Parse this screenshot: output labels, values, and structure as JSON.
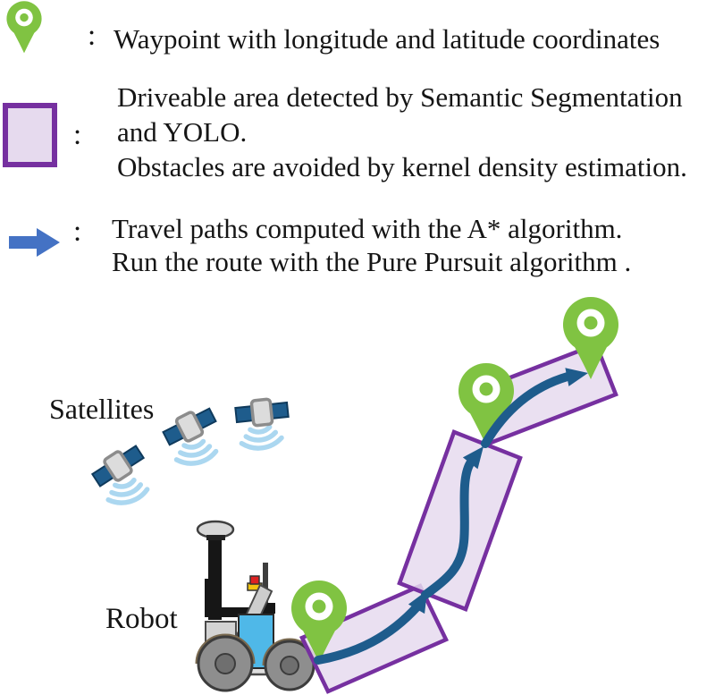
{
  "figure": {
    "legend": [
      {
        "symbol": "waypoint-pin",
        "colon": ":",
        "lines": [
          "Waypoint with longitude and latitude coordinates"
        ]
      },
      {
        "symbol": "driveable-area-swatch",
        "colon": ":",
        "lines": [
          "Driveable area detected by Semantic Segmentation",
          "and YOLO.",
          "Obstacles are avoided by kernel density estimation."
        ]
      },
      {
        "symbol": "travel-path-arrow",
        "colon": ":",
        "lines": [
          "Travel paths computed with the A* algorithm.",
          "Run the route with the Pure Pursuit algorithm ."
        ]
      }
    ],
    "diagram": {
      "labels": {
        "satellites": "Satellites",
        "robot": "Robot"
      },
      "waypoint_count": 3,
      "driveable_area_count": 3,
      "path_segment_count": 3,
      "satellite_count": 3
    },
    "colors": {
      "waypoint_green": "#80C342",
      "driveable_fill": "#E6DAEE",
      "driveable_border": "#7630A0",
      "path_blue": "#1E5C8C",
      "legend_arrow_blue": "#4472C4",
      "satellite_panel_blue": "#1E5C8C",
      "signal_wave_blue": "#ABD7F0"
    }
  }
}
